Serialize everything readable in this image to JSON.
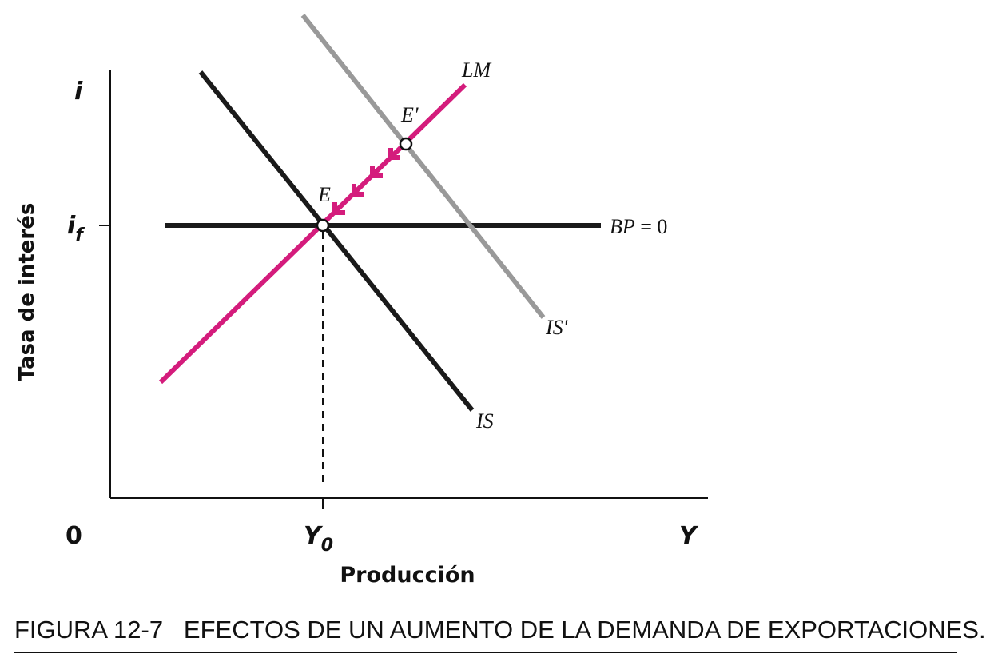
{
  "diagram": {
    "y_axis_title": "Tasa de interés",
    "y_axis_symbol": "i",
    "y_axis_level_main": "i",
    "y_axis_level_sub": "f",
    "x_axis_title": "Producción",
    "x_axis_symbol": "Y",
    "origin": "0",
    "x_level_main": "Y",
    "x_level_sub": "0",
    "curves": {
      "lm": "LM",
      "is": "IS",
      "is_shifted": "IS'",
      "bp_italic": "BP",
      "bp_rest": " = 0"
    },
    "points": {
      "initial": "E",
      "new": "E'"
    },
    "colors": {
      "lm": "#d41c7c",
      "is": "#1a1a1a",
      "is_shifted": "#999999",
      "bp": "#1a1a1a"
    }
  },
  "caption": "FIGURA 12-7   EFECTOS DE UN AUMENTO DE LA DEMANDA DE EXPORTACIONES."
}
